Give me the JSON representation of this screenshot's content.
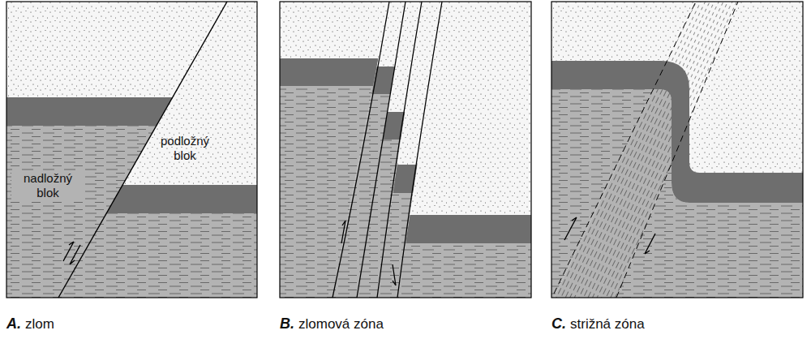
{
  "diagram": {
    "labels": [
      "podložný blok",
      "nadložný blok",
      "A.",
      "zlom",
      "B.",
      "zlomová zóna",
      "C.",
      "strižná zóna"
    ]
  }
}
